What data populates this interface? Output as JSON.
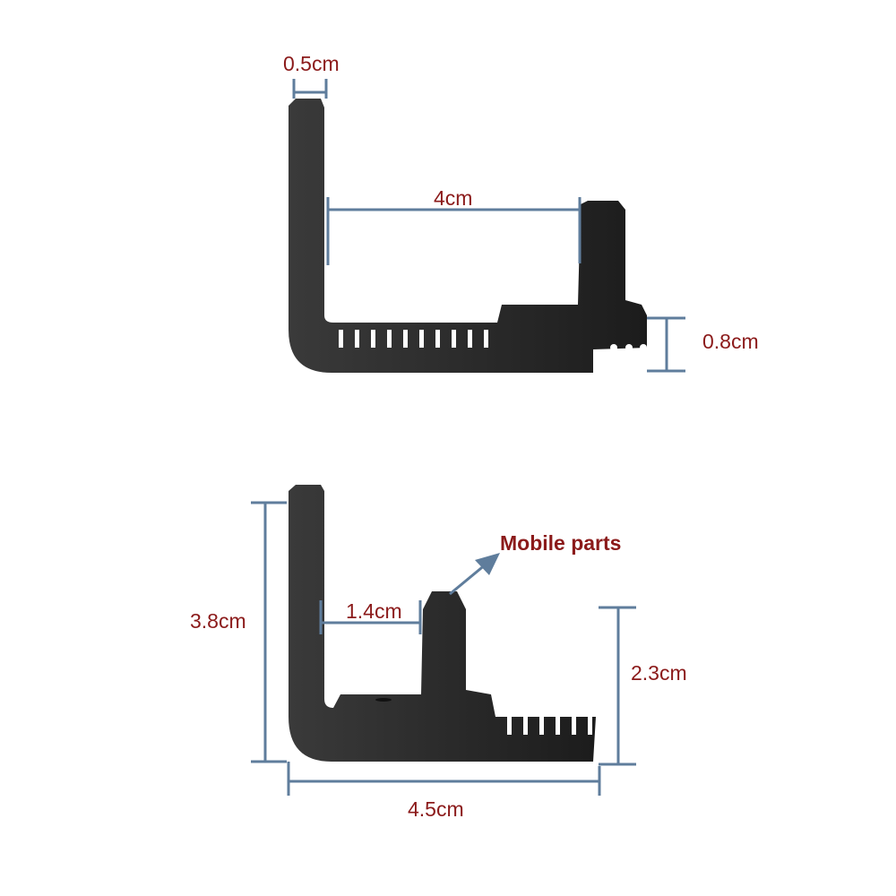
{
  "colors": {
    "dimension_line": "#5f7d9c",
    "label": "#8b1a1a",
    "part": "#2a2a2a"
  },
  "top_view": {
    "dimensions": {
      "thickness": "0.5cm",
      "inner_width": "4cm",
      "height_right": "0.8cm"
    }
  },
  "bottom_view": {
    "dimensions": {
      "total_height": "3.8cm",
      "gap": "1.4cm",
      "mobile_height": "2.3cm",
      "total_width": "4.5cm"
    },
    "annotation": "Mobile parts"
  }
}
